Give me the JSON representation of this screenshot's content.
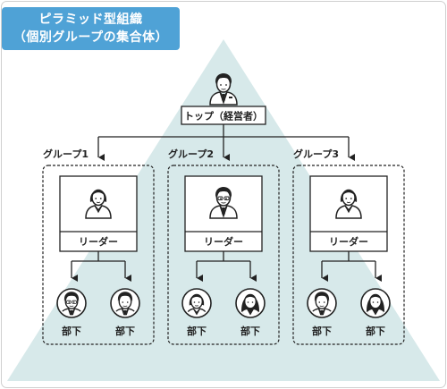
{
  "title": {
    "line1": "ピラミッド型組織",
    "line2": "（個別グループの集合体）"
  },
  "top": {
    "label": "トップ（経営者）",
    "icon": "executive-icon"
  },
  "groups": [
    {
      "label": "グループ1",
      "leader": {
        "label": "リーダー",
        "icon": "female-leader-icon"
      },
      "members": [
        {
          "label": "部下",
          "icon": "male-glasses-member-icon"
        },
        {
          "label": "部下",
          "icon": "male-member-icon"
        }
      ]
    },
    {
      "label": "グループ2",
      "leader": {
        "label": "リーダー",
        "icon": "male-leader-icon"
      },
      "members": [
        {
          "label": "部下",
          "icon": "female-member-icon"
        },
        {
          "label": "部下",
          "icon": "female-long-hair-member-icon"
        }
      ]
    },
    {
      "label": "グループ3",
      "leader": {
        "label": "リーダー",
        "icon": "female-leader-icon"
      },
      "members": [
        {
          "label": "部下",
          "icon": "male-member-icon"
        },
        {
          "label": "部下",
          "icon": "female-long-hair-member-icon"
        }
      ]
    }
  ],
  "colors": {
    "background": "#ffffff",
    "badge": "#4fa2d6",
    "pyramid": "#d7e9ea",
    "line": "#222222"
  }
}
